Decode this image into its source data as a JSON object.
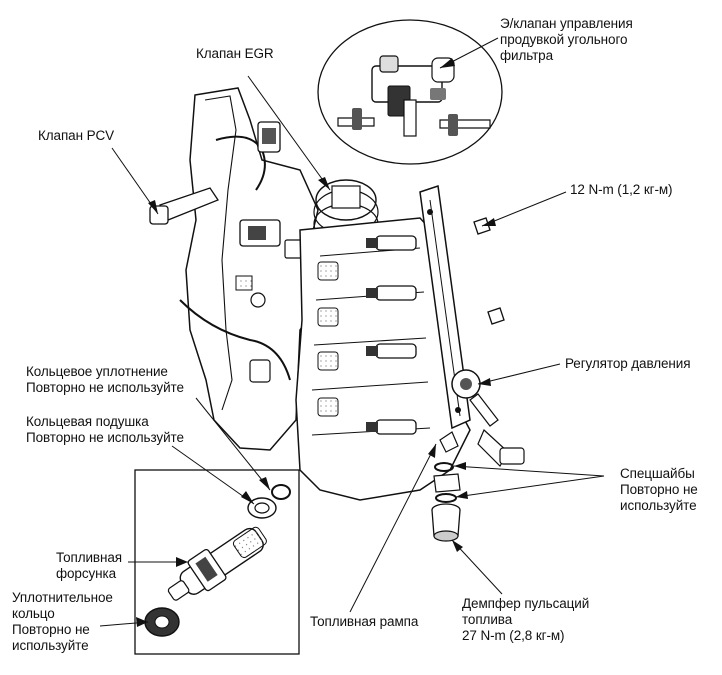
{
  "labels": {
    "purge_valve": [
      "Э/клапан управления",
      "продувкой угольного",
      "фильтра"
    ],
    "egr_valve": [
      "Клапан EGR"
    ],
    "pcv_valve": [
      "Клапан PCV"
    ],
    "torque_12": [
      "12 N-m (1,2 кг-м)"
    ],
    "pressure_regulator": [
      "Регулятор давления"
    ],
    "o_ring": [
      "Кольцевое уплотнение",
      "Повторно не используйте"
    ],
    "cushion_ring": [
      "Кольцевая подушка",
      "Повторно не используйте"
    ],
    "special_washers": [
      "Спецшайбы",
      "Повторно не",
      "используйте"
    ],
    "fuel_injector": [
      "Топливная",
      "форсунка"
    ],
    "seal_ring": [
      "Уплотнительное",
      "кольцо",
      "Повторно не",
      "используйте"
    ],
    "fuel_rail": [
      "Топливная рампа"
    ],
    "pulsation_damper": [
      "Демпфер пульсаций",
      "топлива",
      "27 N-m (2,8 кг-м)"
    ]
  },
  "colors": {
    "ink": "#111111",
    "paper": "#ffffff",
    "shade": "#9a9a9a"
  }
}
